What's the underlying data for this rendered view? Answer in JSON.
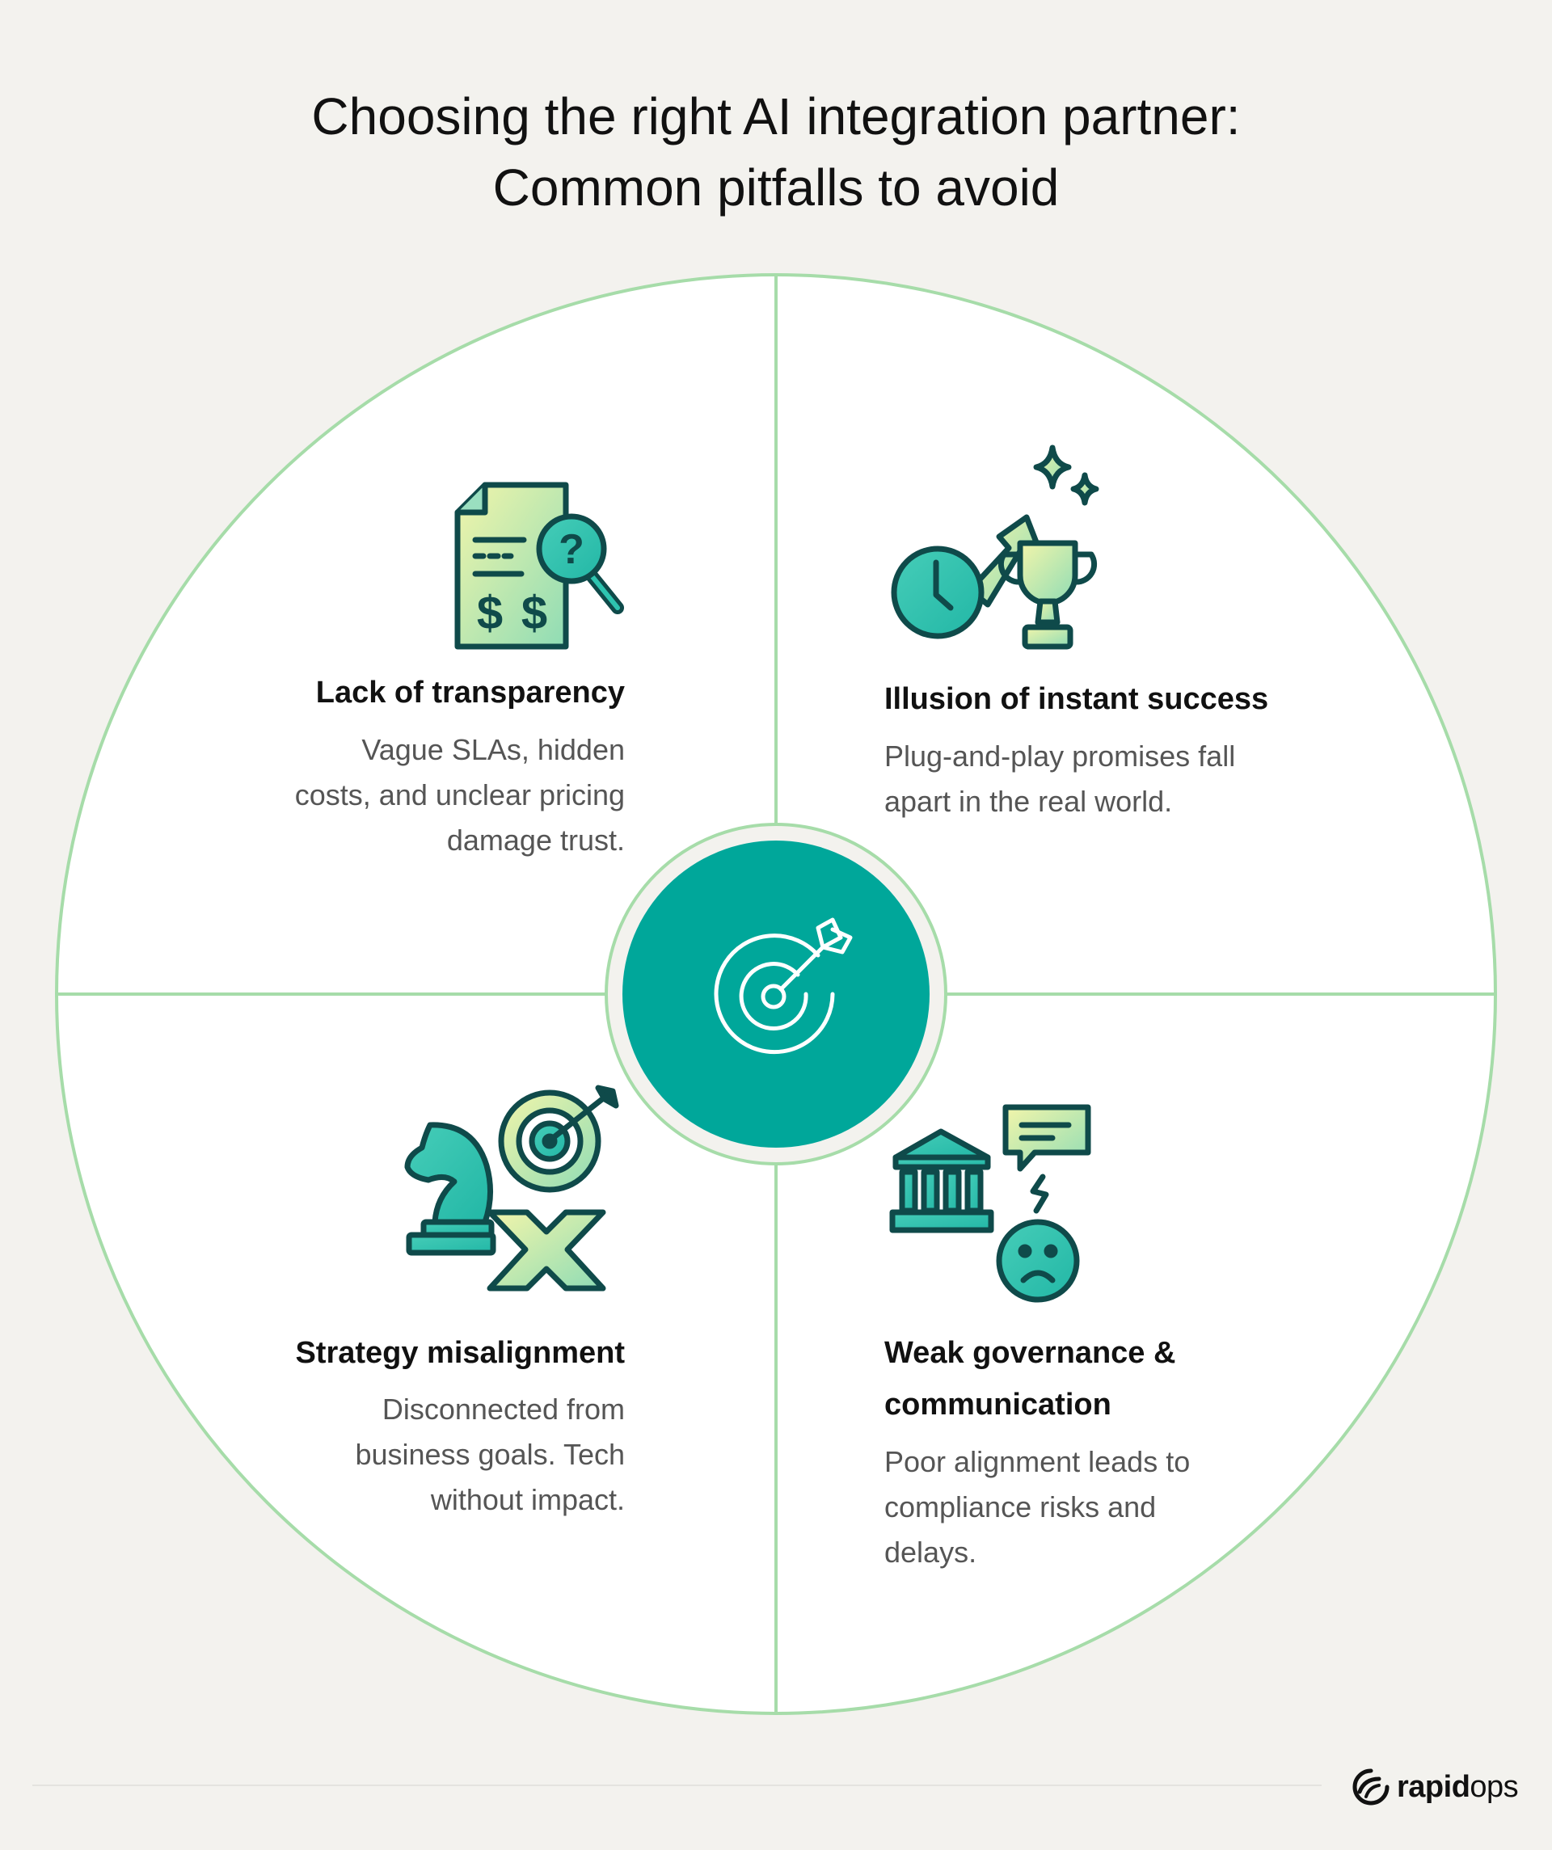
{
  "title": {
    "line1": "Choosing the right AI integration partner:",
    "line2": "Common pitfalls to avoid"
  },
  "center_icon": "target-arrow-icon",
  "quadrants": [
    {
      "id": "top-left",
      "icon": "document-dollar-magnifier-icon",
      "heading": "Lack of transparency",
      "text_lines": [
        "Vague SLAs, hidden",
        "costs, and unclear pricing",
        "damage trust."
      ]
    },
    {
      "id": "top-right",
      "icon": "clock-trophy-arrow-icon",
      "heading": "Illusion of instant success",
      "text_lines": [
        "Plug-and-play promises fall",
        "apart in the real world."
      ]
    },
    {
      "id": "bottom-left",
      "icon": "chess-knight-target-cross-icon",
      "heading": "Strategy misalignment",
      "text_lines": [
        "Disconnected from",
        "business goals. Tech",
        "without impact."
      ]
    },
    {
      "id": "bottom-right",
      "icon": "bank-chat-sad-face-icon",
      "heading_lines": [
        "Weak governance &",
        "communication"
      ],
      "text_lines": [
        "Poor alignment leads to",
        "compliance risks and",
        "delays."
      ]
    }
  ],
  "logo": {
    "bold": "rapid",
    "light": "ops"
  },
  "colors": {
    "background": "#f3f2ee",
    "ring": "#a6dca9",
    "teal": "#00a79a",
    "dark_outline": "#0f4a4a",
    "icon_teal": "#2ec4b0",
    "icon_yellow": "#eef3a4"
  }
}
